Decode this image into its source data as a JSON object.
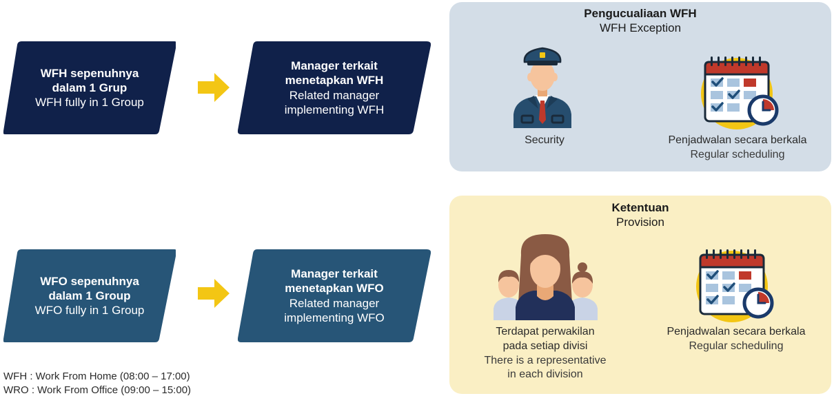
{
  "flow_top": {
    "box1": {
      "title": "WFH sepenuhnya",
      "title2": "dalam 1 Grup",
      "subtitle": "WFH fully in 1 Group"
    },
    "box2": {
      "title": "Manager terkait",
      "title2": "menetapkan WFH",
      "sub1": "Related manager",
      "sub2": "implementing WFH"
    }
  },
  "flow_bottom": {
    "box1": {
      "title": "WFO sepenuhnya",
      "title2": "dalam 1 Group",
      "subtitle": "WFO fully in 1 Group"
    },
    "box2": {
      "title": "Manager terkait",
      "title2": "menetapkan WFO",
      "sub1": "Related manager",
      "sub2": "implementing WFO"
    }
  },
  "panel_exception": {
    "title": "Pengucualiaan WFH",
    "subtitle": "WFH Exception",
    "item1": {
      "label": "Security",
      "icon": "security-guard-icon"
    },
    "item2": {
      "label": "Penjadwalan secara berkala",
      "sublabel": "Regular scheduling",
      "icon": "calendar-clock-icon"
    }
  },
  "panel_provision": {
    "title": "Ketentuan",
    "subtitle": "Provision",
    "item1": {
      "line1": "Terdapat perwakilan",
      "line2": "pada setiap divisi",
      "line3": "There is a representative",
      "line4": "in each division",
      "icon": "group-people-icon"
    },
    "item2": {
      "label": "Penjadwalan secara berkala",
      "sublabel": "Regular scheduling",
      "icon": "calendar-clock-icon"
    }
  },
  "legend": {
    "line1": "WFH : Work From Home (08:00 – 17:00)",
    "line2": "WRO : Work From Office (09:00 – 15:00)"
  },
  "colors": {
    "navy": "#10214a",
    "teal_blue": "#275577",
    "arrow_yellow": "#f3c614",
    "exception_panel": "#d3dde7",
    "provision_panel": "#faefc4"
  }
}
